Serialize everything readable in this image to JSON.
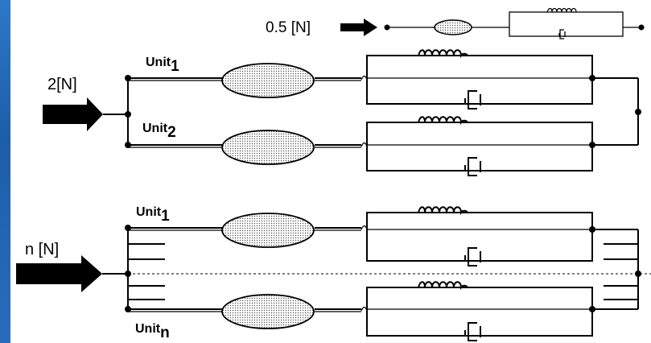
{
  "colors": {
    "background": "#1e5ea8",
    "panel": "#ffffff",
    "ink": "#000000"
  },
  "load_small": "0.5 [N]",
  "load_two": "2[N]",
  "load_n": "n [N]",
  "section_two": {
    "unit_top": "Unit",
    "unit_top_sub": "1",
    "unit_bottom": "Unit",
    "unit_bottom_sub": "2"
  },
  "section_n": {
    "unit_top": "Unit",
    "unit_top_sub": "1",
    "unit_bottom": "Unit",
    "unit_bottom_sub": "n"
  }
}
